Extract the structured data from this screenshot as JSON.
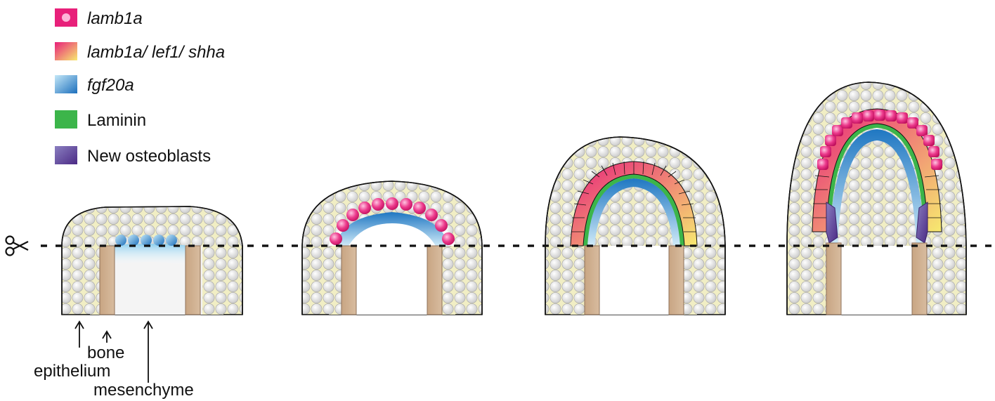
{
  "legend": {
    "items": [
      {
        "label": "lamb1a",
        "italic": true,
        "swatch": "pink-sphere"
      },
      {
        "label": "lamb1a/ lef1/ shha",
        "italic": true,
        "swatch": "pink-yellow-gradient"
      },
      {
        "label": "fgf20a",
        "italic": true,
        "swatch": "blue-gradient"
      },
      {
        "label": "Laminin",
        "italic": false,
        "swatch": "green"
      },
      {
        "label": "New osteoblasts",
        "italic": false,
        "swatch": "purple-gradient"
      }
    ]
  },
  "annotations": {
    "epithelium": "epithelium",
    "bone": "bone",
    "mesenchyme": "mesenchyme"
  },
  "icons": {
    "amputation_plane": "scissors-icon"
  },
  "colors": {
    "pink": "#e8207a",
    "yellow": "#f5ee9c",
    "blue_light": "#bfe6f7",
    "blue_dark": "#1f77c2",
    "green": "#3cb54a",
    "purple": "#5d3d91",
    "bone": "#cfae8e",
    "cell": "#e6e6e6",
    "epithelium_fill": "#f3f0c8"
  }
}
